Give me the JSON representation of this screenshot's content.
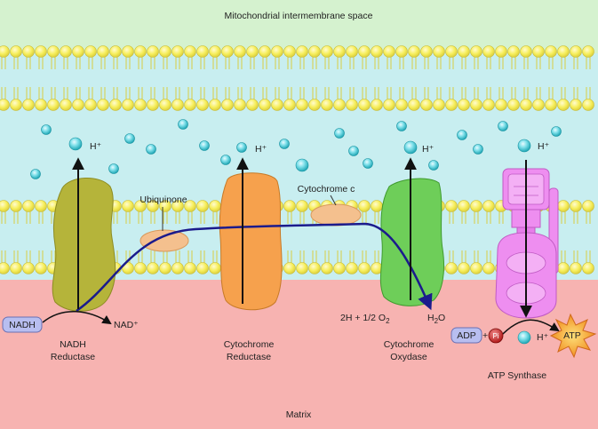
{
  "labels": {
    "top_region": "Mitochondrial intermembrane space",
    "bottom_region": "Matrix",
    "ubiquinone": "Ubiquinone",
    "cytochrome_c": "Cytochrome c",
    "nadh": "NADH",
    "nad_plus": "NAD⁺",
    "nadh_reductase_line1": "NADH",
    "nadh_reductase_line2": "Reductase",
    "cytochrome_reductase_line1": "Cytochrome",
    "cytochrome_reductase_line2": "Reductase",
    "cytochrome_oxydase_line1": "Cytochrome",
    "cytochrome_oxydase_line2": "Oxydase",
    "atp_synthase": "ATP Synthase",
    "reaction_left": "2H + 1/2 O",
    "reaction_left_sub": "2",
    "water": "H",
    "water_sub": "2",
    "water_end": "O",
    "adp": "ADP",
    "plus": "+",
    "pi": "Pi",
    "atp": "ATP",
    "h_plus": "H⁺"
  },
  "colors": {
    "intermembrane": "#d5f2cf",
    "membrane_band": "#c8eef0",
    "matrix": "#f7b3b1",
    "lipid_head": "#f6f06a",
    "lipid_head_stroke": "#c7b934",
    "nadh_reductase": "#b5b43a",
    "cytochrome_reductase": "#f6a14d",
    "cytochrome_oxydase": "#6ece59",
    "atp_synthase": "#ee8ef0",
    "carrier": "#f4c08e",
    "electron_path": "#1b1b8c",
    "proton": "#38c3cf",
    "nadh_box": "#b8bef0",
    "atp_star": "#f4b93b"
  }
}
